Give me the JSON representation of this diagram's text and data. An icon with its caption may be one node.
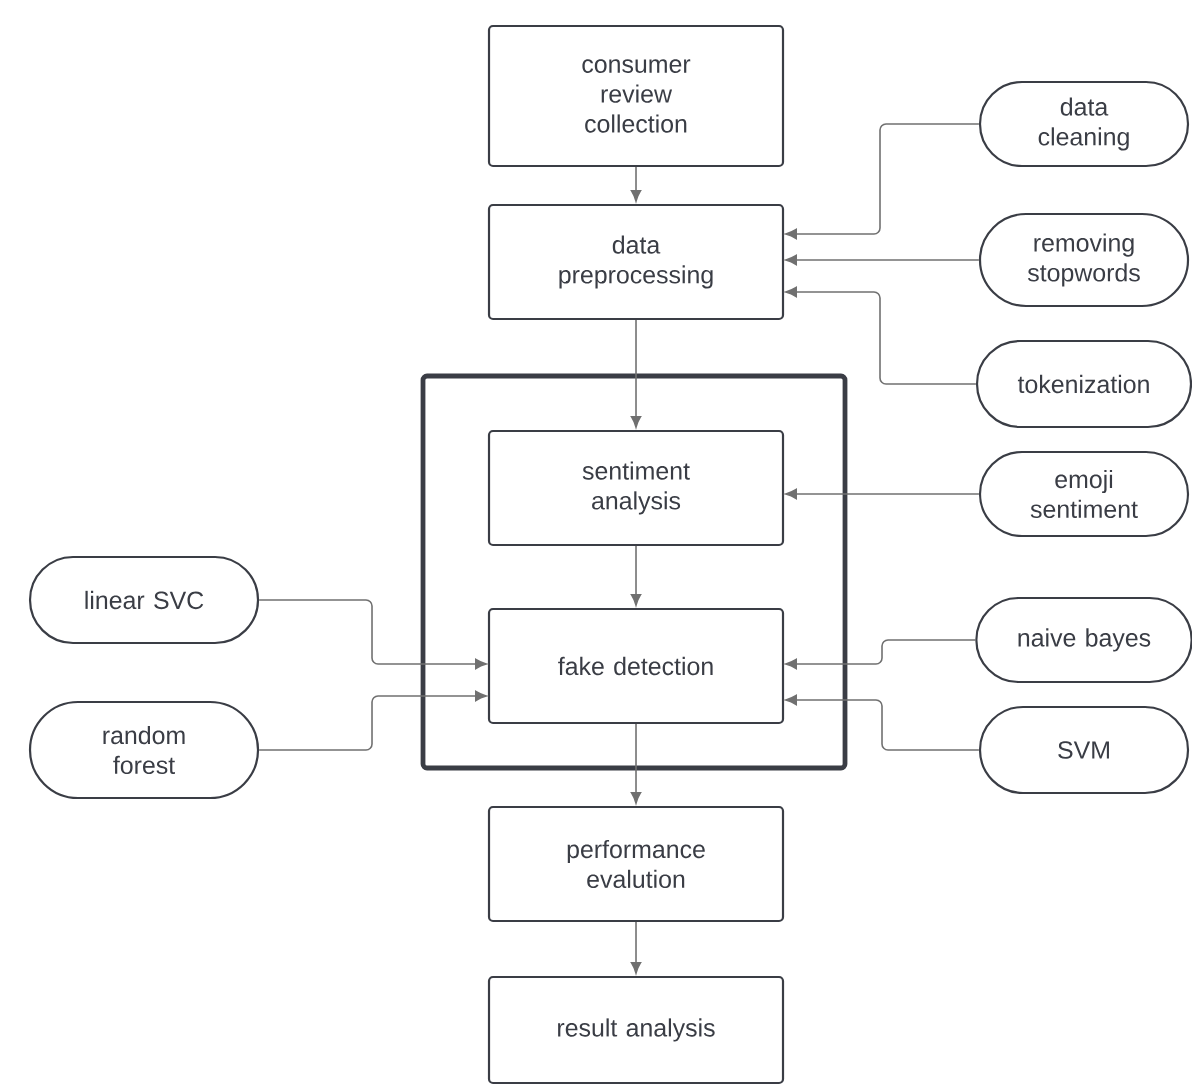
{
  "diagram": {
    "nodes": [
      {
        "text": [
          "consumer review collection"
        ]
      },
      {
        "text": [
          "data preprocessing"
        ]
      },
      {
        "text": [],
        "shape": "box"
      },
      {
        "text": [
          "sentiment analysis"
        ],
        "in": 2
      },
      {
        "text": [
          "fake detection"
        ],
        "in": 2
      },
      {
        "text": [
          "performance evalution"
        ]
      },
      {
        "text": [
          "result analysis"
        ]
      },
      {
        "text": [
          "data cleaning"
        ]
      },
      {
        "text": [
          "removing stopwords"
        ]
      },
      {
        "text": [
          "tokenization"
        ]
      },
      {
        "text": [
          "emoji sentiment"
        ]
      },
      {
        "text": [
          "linear SVC"
        ]
      },
      {
        "text": [
          "random forest"
        ]
      },
      {
        "text": [
          "naive bayes"
        ]
      },
      {
        "text": [
          "SVM"
        ]
      }
    ],
    "edges": [
      {
        "from": 0,
        "to": 1,
        "arrow": "to"
      },
      {
        "from": 1,
        "to": 3,
        "arrow": "to"
      },
      {
        "from": 3,
        "to": 4,
        "arrow": "to"
      },
      {
        "from": 4,
        "to": 5,
        "arrow": "to"
      },
      {
        "from": 5,
        "to": 6,
        "arrow": "to"
      },
      {
        "from": 7,
        "to": 1,
        "arrow": "to"
      },
      {
        "from": 8,
        "to": 1,
        "arrow": "to"
      },
      {
        "from": 9,
        "to": 1,
        "arrow": "to"
      },
      {
        "from": 10,
        "to": 3,
        "arrow": "to"
      },
      {
        "from": 11,
        "to": 4,
        "arrow": "to"
      },
      {
        "from": 12,
        "to": 4,
        "arrow": "to"
      },
      {
        "from": 13,
        "to": 4,
        "arrow": "to"
      },
      {
        "from": 14,
        "to": 4,
        "arrow": "to"
      }
    ]
  }
}
